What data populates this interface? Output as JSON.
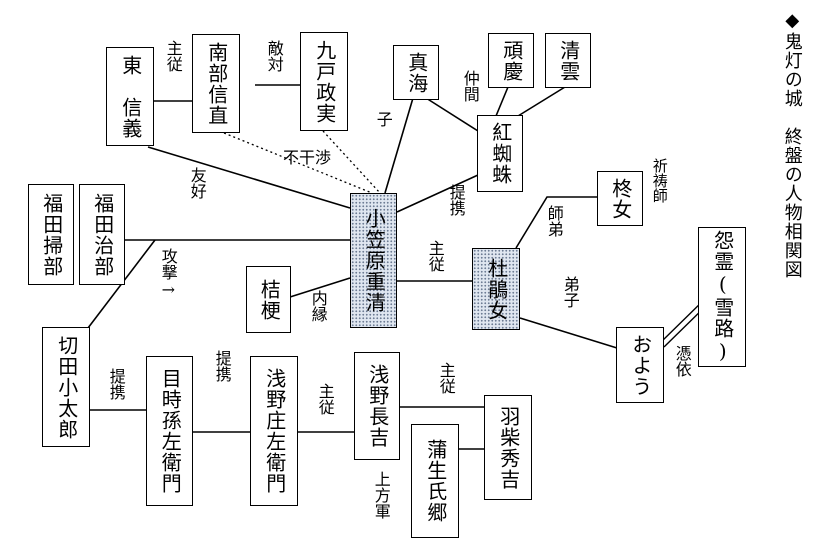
{
  "title": "◆鬼灯の城　終盤の人物相関図",
  "people": {
    "azuma": "東　信義",
    "nanbu": "南部信直",
    "kunohe": "九戸政実",
    "shinkai": "真海",
    "ganke": "頑慶",
    "seiun": "清雲",
    "kumo": "紅蜘蛛",
    "fukuda_kamon": "福田掃部",
    "fukuda_jibu": "福田治部",
    "ogasawara": "小笠原重清",
    "hiiragi": "柊女",
    "torikabuto": "杜鵑女",
    "kikyo": "桔梗",
    "onryo": "怨霊(雪路)",
    "oyo": "およう",
    "kirita": "切田小太郎",
    "meshiki": "目時孫左衛門",
    "asano_sho": "浅野庄左衛門",
    "asano_naga": "浅野長吉",
    "hashiba": "羽柴秀吉",
    "gamo": "蒲生氏郷"
  },
  "relations": {
    "shuju1": "主従",
    "tekitai": "敵対",
    "yuko": "友好",
    "fukanshou": "不干渉",
    "ko": "子",
    "nakama": "仲間",
    "teikei1": "提携",
    "kitoushi": "祈祷師",
    "shitei": "師弟",
    "shuju2": "主従",
    "deshi": "弟子",
    "kougeki": "攻撃→",
    "naien": "内縁",
    "hyoui": "憑依",
    "teikei2": "提携",
    "teikei3": "提携",
    "shuju3": "主従",
    "shuju4": "主従",
    "kamigata": "上方軍"
  }
}
